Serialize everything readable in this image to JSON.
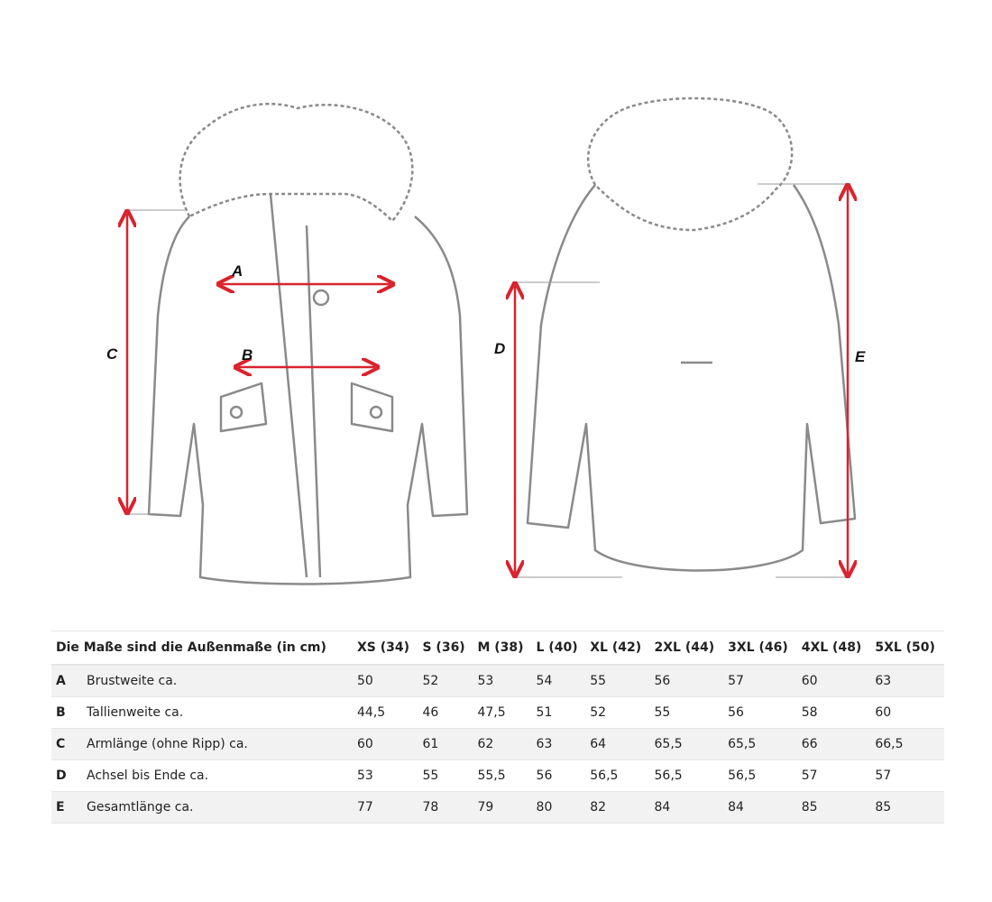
{
  "diagram": {
    "labels": [
      "A",
      "B",
      "C",
      "D",
      "E"
    ],
    "arrow_color": "#d9232d",
    "outline_color": "#8a8a8a"
  },
  "table": {
    "header_title": "Die Maße sind die Außenmaße (in cm)",
    "sizes": [
      "XS (34)",
      "S (36)",
      "M (38)",
      "L (40)",
      "XL (42)",
      "2XL (44)",
      "3XL (46)",
      "4XL (48)",
      "5XL (50)"
    ],
    "rows": [
      {
        "key": "A",
        "label": "Brustweite ca.",
        "values": [
          "50",
          "52",
          "53",
          "54",
          "55",
          "56",
          "57",
          "60",
          "63"
        ]
      },
      {
        "key": "B",
        "label": "Tallienweite ca.",
        "values": [
          "44,5",
          "46",
          "47,5",
          "51",
          "52",
          "55",
          "56",
          "58",
          "60"
        ]
      },
      {
        "key": "C",
        "label": "Armlänge (ohne Ripp) ca.",
        "values": [
          "60",
          "61",
          "62",
          "63",
          "64",
          "65,5",
          "65,5",
          "66",
          "66,5"
        ]
      },
      {
        "key": "D",
        "label": "Achsel bis Ende ca.",
        "values": [
          "53",
          "55",
          "55,5",
          "56",
          "56,5",
          "56,5",
          "56,5",
          "57",
          "57"
        ]
      },
      {
        "key": "E",
        "label": "Gesamtlänge ca.",
        "values": [
          "77",
          "78",
          "79",
          "80",
          "82",
          "84",
          "84",
          "85",
          "85"
        ]
      }
    ]
  }
}
